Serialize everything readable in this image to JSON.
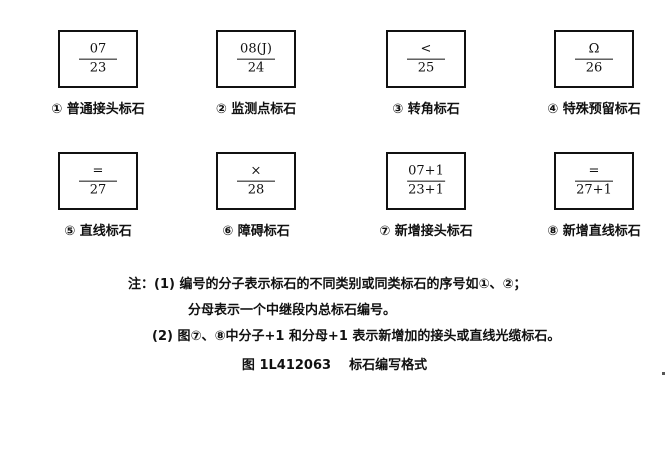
{
  "markers": [
    {
      "numerator": "07",
      "denominator": "23",
      "label": "① 普通接头标石"
    },
    {
      "numerator": "08(J)",
      "denominator": "24",
      "label": "② 监测点标石"
    },
    {
      "numerator": "<",
      "denominator": "25",
      "label": "③ 转角标石"
    },
    {
      "numerator": "Ω",
      "denominator": "26",
      "label": "④ 特殊预留标石"
    },
    {
      "numerator": "=",
      "denominator": "27",
      "label": "⑤ 直线标石"
    },
    {
      "numerator": "×",
      "denominator": "28",
      "label": "⑥ 障碍标石"
    },
    {
      "numerator": "07+1",
      "denominator": "23+1",
      "label": "⑦ 新增接头标石"
    },
    {
      "numerator": "=",
      "denominator": "27+1",
      "label": "⑧ 新增直线标石"
    }
  ],
  "notes": {
    "line1": "注：(1) 编号的分子表示标石的不同类别或同类标石的序号如①、②；",
    "line2": "分母表示一个中继段内总标石编号。",
    "line3": "(2) 图⑦、⑧中分子+1 和分母+1 表示新增加的接头或直线光缆标石。"
  },
  "caption": {
    "figure_number": "图 1L412063",
    "title": "标石编写格式"
  }
}
